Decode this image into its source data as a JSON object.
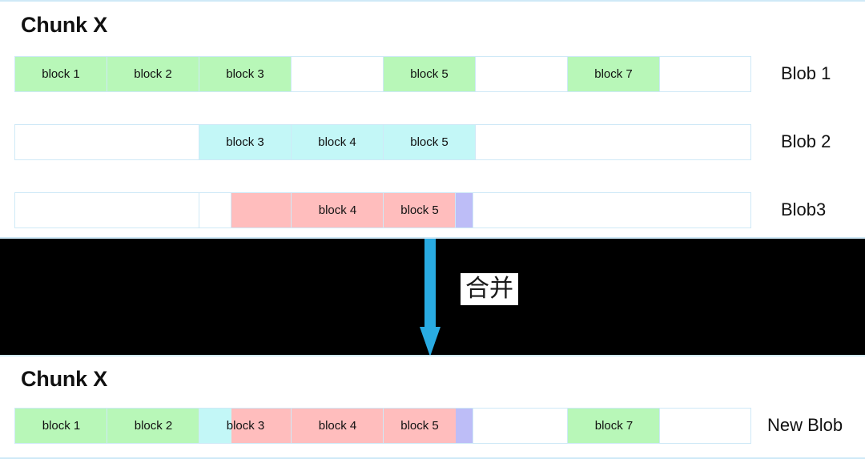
{
  "diagram": {
    "title_top": "Chunk X",
    "title_bottom": "Chunk X",
    "merge_label": "合并",
    "colors": {
      "green": "#b8f7b8",
      "cyan": "#c3f7f7",
      "pink": "#ffbdbd",
      "purple": "#bdbdf7",
      "border": "#cfe9f7",
      "arrow": "#29abe2",
      "band": "#000000"
    },
    "rows": [
      {
        "name": "Blob 1",
        "cells": [
          {
            "label": "block 1",
            "fill": "green"
          },
          {
            "label": "block 2",
            "fill": "green"
          },
          {
            "label": "block 3",
            "fill": "green"
          },
          {
            "label": "",
            "fill": "white"
          },
          {
            "label": "block 5",
            "fill": "green"
          },
          {
            "label": "",
            "fill": "white"
          },
          {
            "label": "block 7",
            "fill": "green"
          },
          {
            "label": "",
            "fill": "white"
          }
        ]
      },
      {
        "name": "Blob 2",
        "cells": [
          {
            "label": "",
            "fill": "white"
          },
          {
            "label": "",
            "fill": "white"
          },
          {
            "label": "block 3",
            "fill": "cyan"
          },
          {
            "label": "block 4",
            "fill": "cyan"
          },
          {
            "label": "block 5",
            "fill": "cyan"
          },
          {
            "label": "",
            "fill": "white"
          },
          {
            "label": "",
            "fill": "white"
          },
          {
            "label": "",
            "fill": "white"
          }
        ]
      },
      {
        "name": "Blob3",
        "cells": [
          {
            "label": "",
            "fill": "white"
          },
          {
            "label": "",
            "fill": "white"
          },
          {
            "label": "",
            "fill": "pink-partial"
          },
          {
            "label": "block 4",
            "fill": "pink"
          },
          {
            "label": "block 5",
            "fill": "pink-purple"
          },
          {
            "label": "",
            "fill": "white"
          },
          {
            "label": "",
            "fill": "white"
          },
          {
            "label": "",
            "fill": "white"
          }
        ]
      }
    ],
    "result_row": {
      "name": "New Blob",
      "cells": [
        {
          "label": "block 1",
          "fill": "green"
        },
        {
          "label": "block 2",
          "fill": "green"
        },
        {
          "label": "block 3",
          "fill": "cyan-pink"
        },
        {
          "label": "block 4",
          "fill": "pink"
        },
        {
          "label": "block 5",
          "fill": "pink-purple"
        },
        {
          "label": "",
          "fill": "white"
        },
        {
          "label": "block 7",
          "fill": "green"
        },
        {
          "label": "",
          "fill": "white"
        }
      ]
    }
  }
}
